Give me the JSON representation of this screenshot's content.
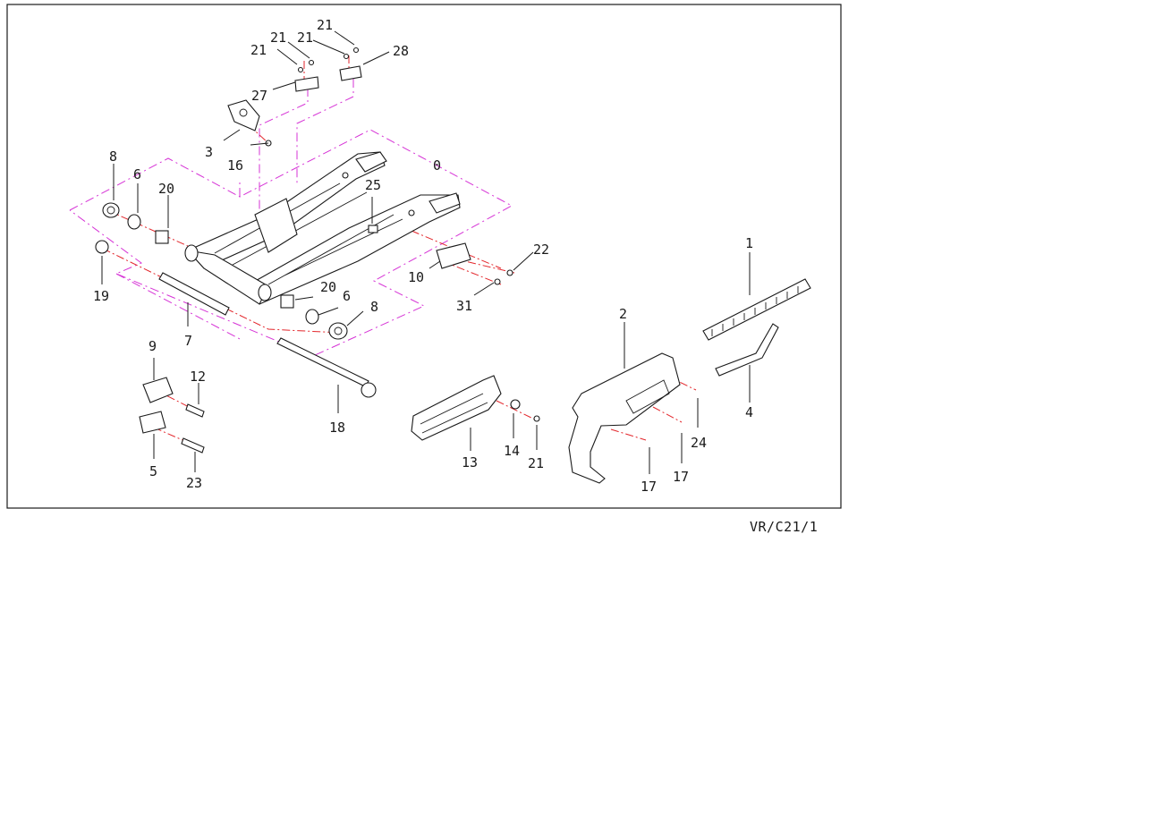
{
  "callouts": {
    "c0": "0",
    "c1": "1",
    "c2": "2",
    "c3": "3",
    "c4": "4",
    "c5": "5",
    "c6a": "6",
    "c6b": "6",
    "c7": "7",
    "c8a": "8",
    "c8b": "8",
    "c9": "9",
    "c10": "10",
    "c12": "12",
    "c13": "13",
    "c14": "14",
    "c16": "16",
    "c17a": "17",
    "c17b": "17",
    "c18": "18",
    "c19": "19",
    "c20a": "20",
    "c20b": "20",
    "c21a": "21",
    "c21b": "21",
    "c21c": "21",
    "c21d": "21",
    "c21e": "21",
    "c22": "22",
    "c23": "23",
    "c24": "24",
    "c25": "25",
    "c27": "27",
    "c28": "28",
    "c31": "31"
  },
  "doc_code": "VR/C21/1",
  "colors": {
    "frame": "#1a1a1a",
    "phantom_line": "#d633d6",
    "axis_line": "#e3262b",
    "background": "#ffffff"
  }
}
